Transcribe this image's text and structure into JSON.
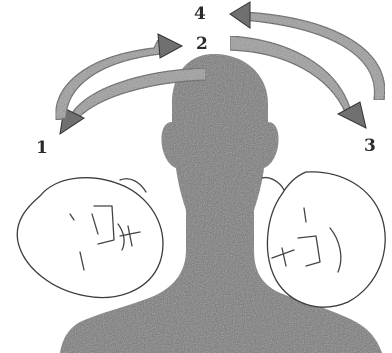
{
  "labels": {
    "step1": "1",
    "step2": "2",
    "step3": "3",
    "step4": "4"
  },
  "colors": {
    "figure_fill": "#6a6a6a",
    "arrow_fill": "#8c8c8c",
    "outline": "#3a3a3a",
    "background": "#ffffff"
  }
}
